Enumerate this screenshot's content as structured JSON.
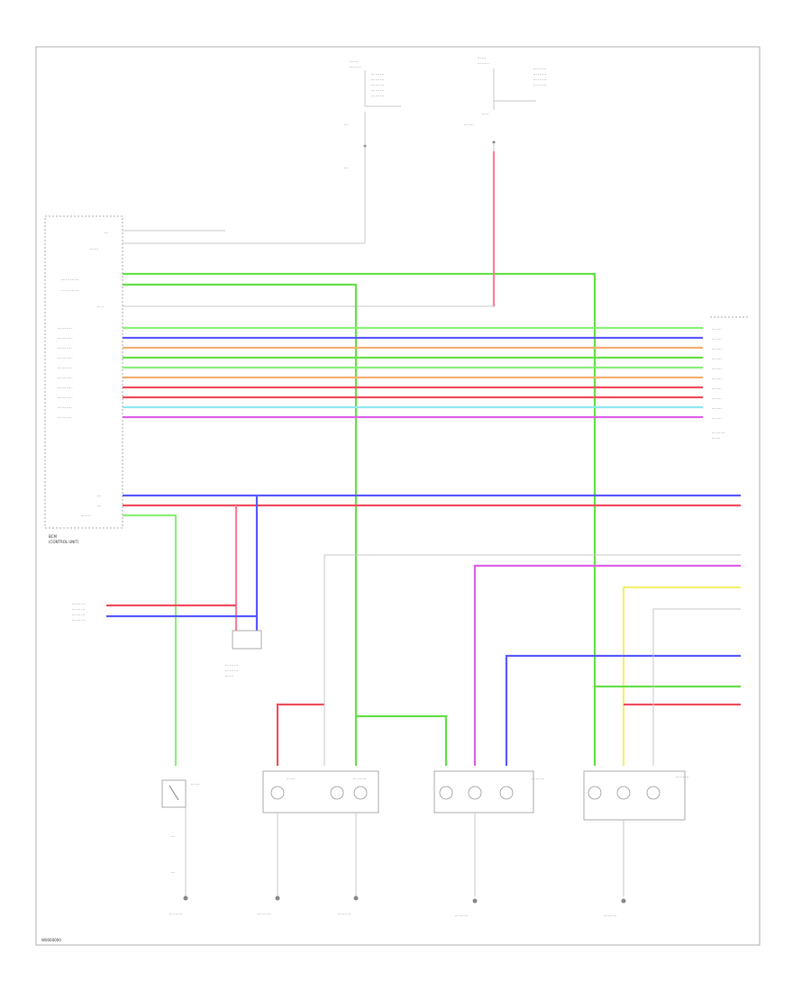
{
  "footer": {
    "code": "W0000000"
  },
  "wires": {
    "colors": {
      "green": "#66e04a",
      "lightgreen": "#8cf07a",
      "blue": "#5b5bff",
      "red": "#f05060",
      "pink": "#ff7f95",
      "magenta": "#e060e8",
      "orange": "#f4b070",
      "cyan": "#90e8f0",
      "yellow": "#f4f070",
      "gray": "#bdbdbd"
    }
  },
  "left_module": {
    "lbl_a": "BCM",
    "lbl_b": "(CONTROL UNIT)"
  },
  "right_connector": {
    "lbl": "COMBINATION SWITCH"
  },
  "top_fuse_left": {
    "lbl": "FUSE BLOCK (J/B)"
  },
  "top_fuse_right": {
    "lbl": "FUSE BLOCK (J/B)"
  },
  "switch": {
    "lbl": "HAZARD SWITCH"
  },
  "ground_labels": [
    "GROUND",
    "GROUND",
    "GROUND",
    "GROUND",
    "GROUND"
  ]
}
